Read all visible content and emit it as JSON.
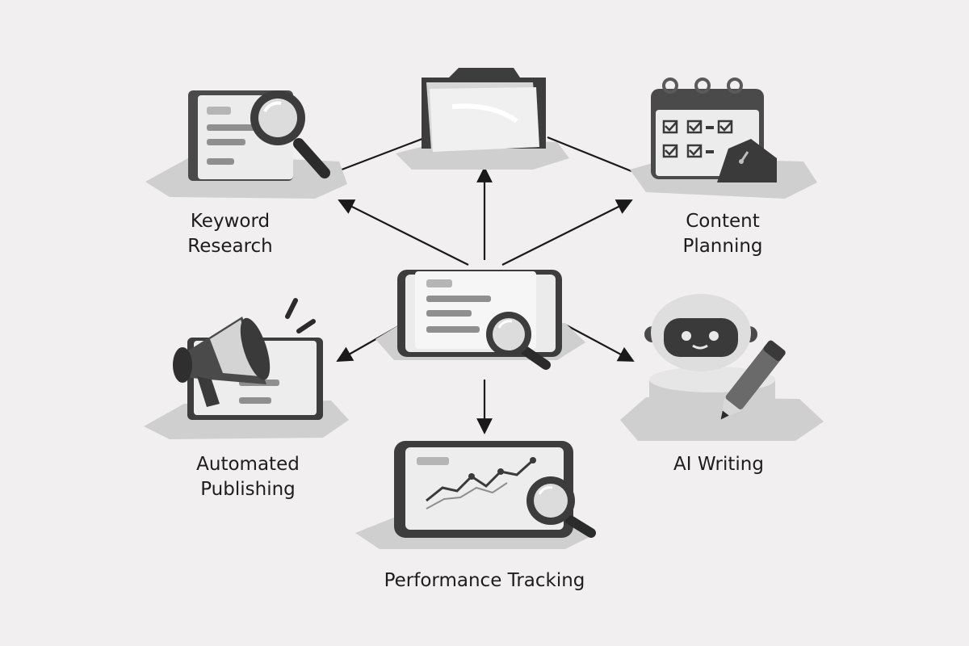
{
  "diagram": {
    "center_node": {
      "icon": "document-magnifier-icon"
    },
    "nodes": [
      {
        "id": "keyword-research",
        "icon": "document-magnifier-icon",
        "label_lines": [
          "Keyword",
          "Research"
        ]
      },
      {
        "id": "content-hub",
        "icon": "folder-icon",
        "label_lines": []
      },
      {
        "id": "content-planning",
        "icon": "calendar-checklist-icon",
        "label_lines": [
          "Content",
          "Planning"
        ]
      },
      {
        "id": "automated-publishing",
        "icon": "megaphone-icon",
        "label_lines": [
          "Automated",
          "Publishing"
        ]
      },
      {
        "id": "ai-writing",
        "icon": "robot-pencil-icon",
        "label_lines": [
          "AI Writing"
        ]
      },
      {
        "id": "performance-tracking",
        "icon": "chart-magnifier-icon",
        "label_lines": [
          "Performance Tracking"
        ]
      }
    ],
    "edges": [
      {
        "from": "center",
        "to": "keyword-research"
      },
      {
        "from": "center",
        "to": "content-hub"
      },
      {
        "from": "center",
        "to": "content-planning"
      },
      {
        "from": "center",
        "to": "automated-publishing"
      },
      {
        "from": "center",
        "to": "ai-writing"
      },
      {
        "from": "center",
        "to": "performance-tracking"
      },
      {
        "from": "keyword-research",
        "to": "content-hub",
        "arrow": false
      },
      {
        "from": "content-hub",
        "to": "content-planning",
        "arrow": false
      }
    ],
    "colors": {
      "background": "#f1eff0",
      "stroke": "#1a1a1a",
      "dark": "#4a4a4a",
      "mid": "#8d8d8d",
      "light": "#e6e6e6",
      "shadow": "#c9c9c9"
    }
  }
}
